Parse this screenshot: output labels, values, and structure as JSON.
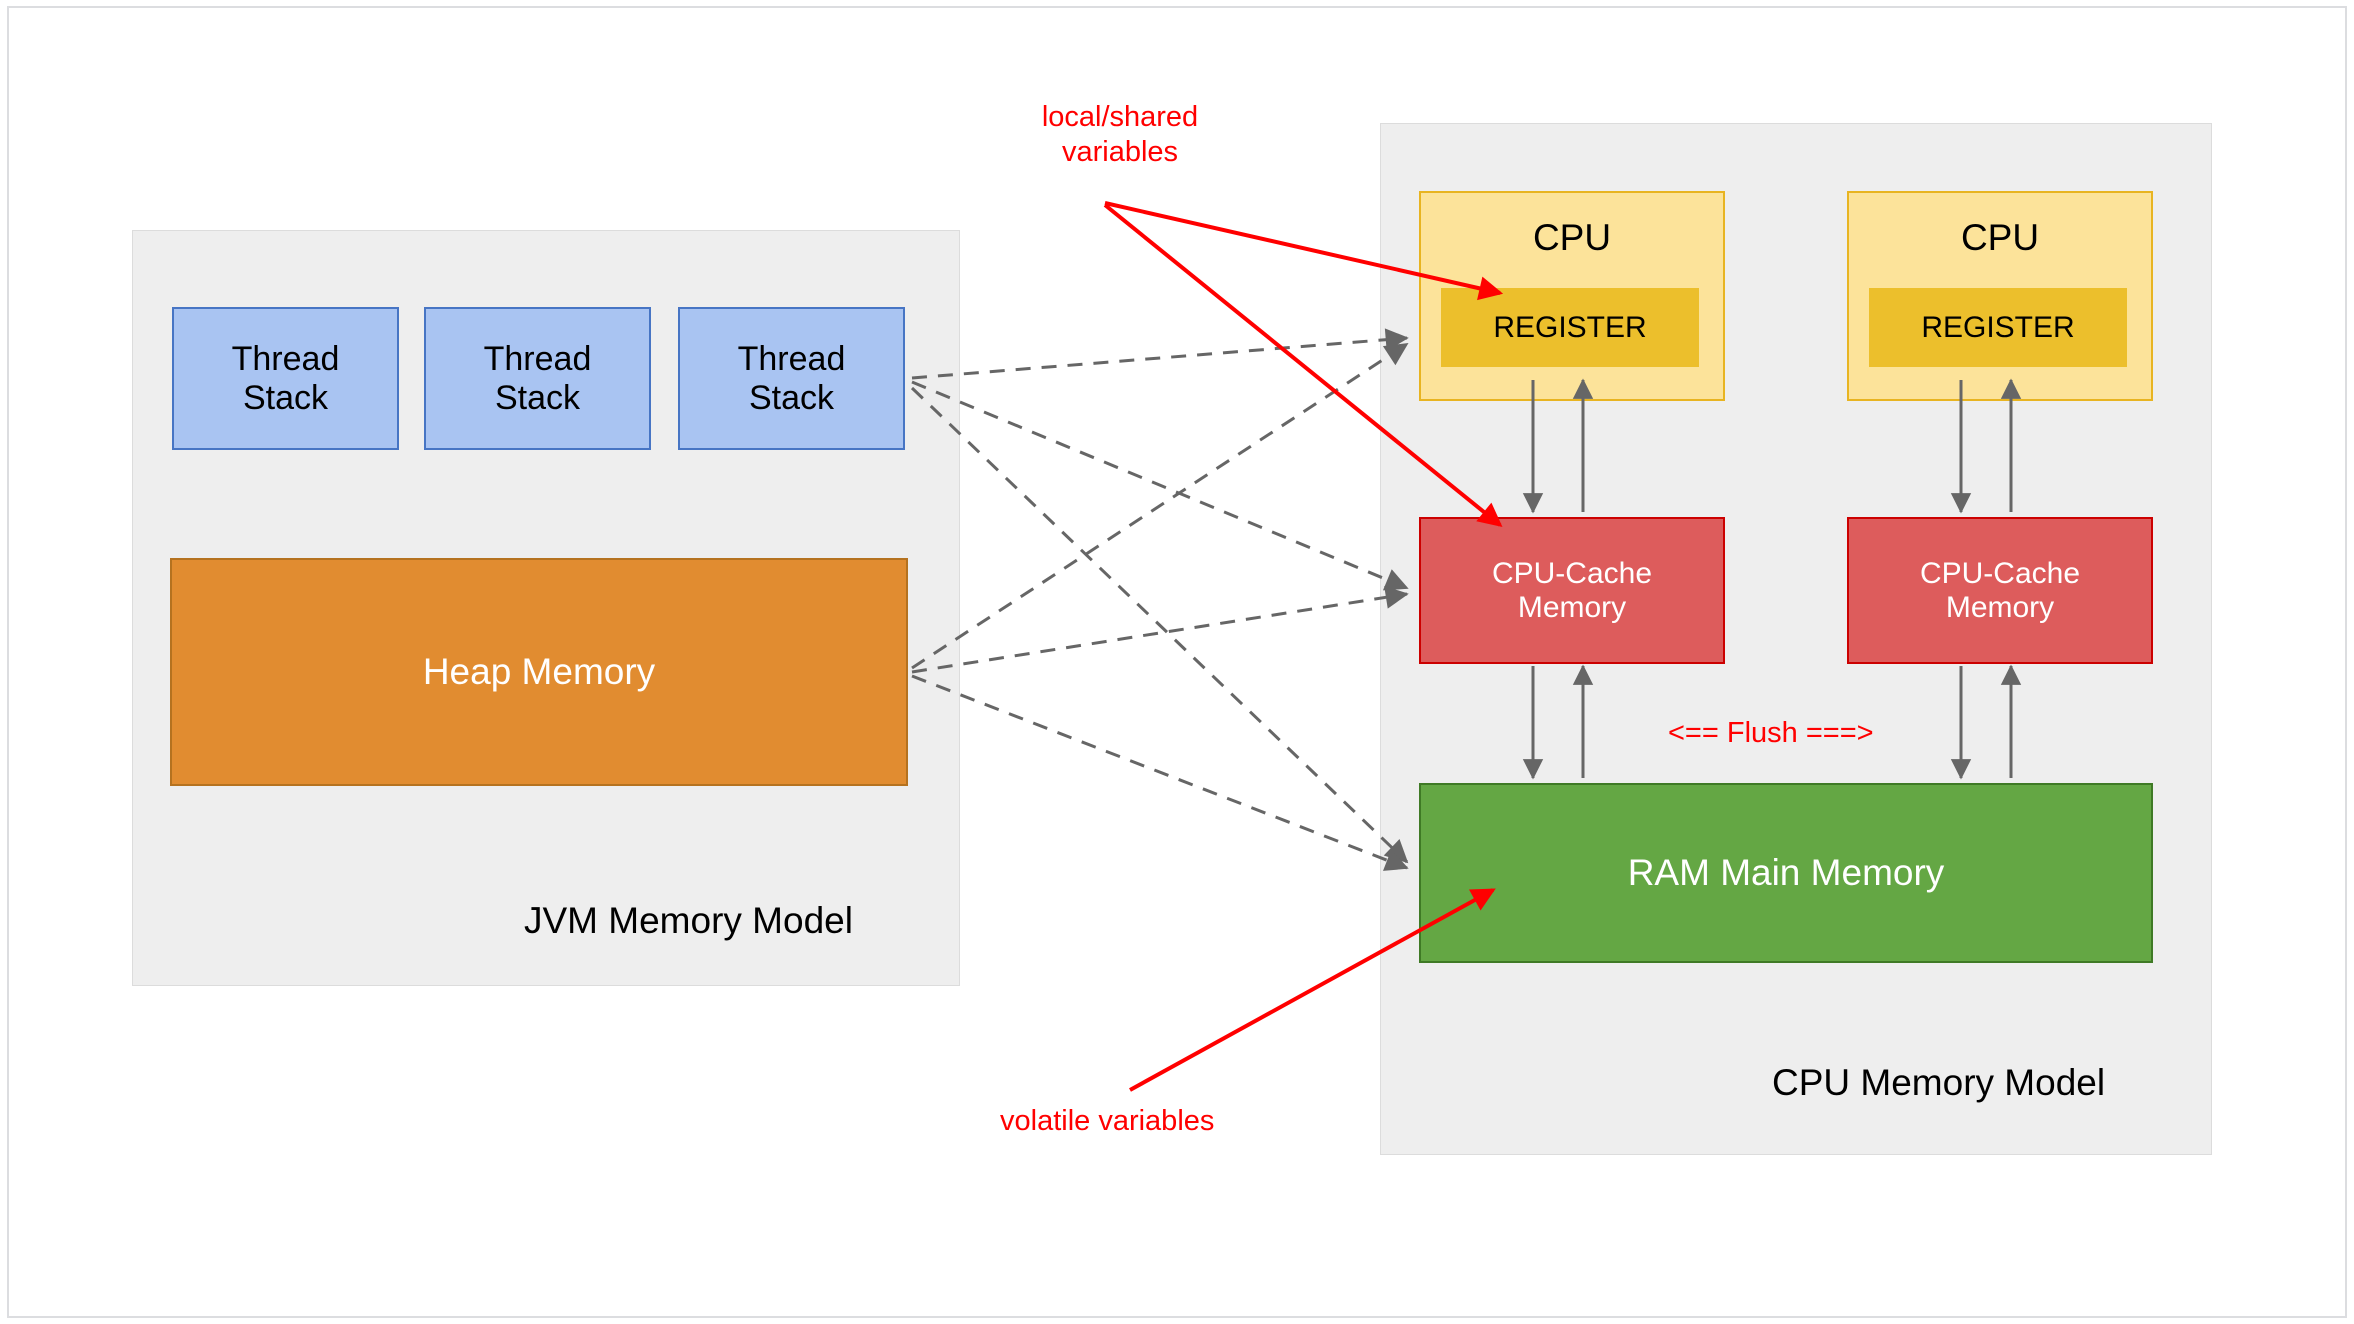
{
  "diagram": {
    "title": "JVM Memory Model and CPU Memory Model",
    "colors": {
      "panel_bg": "#eeeeee",
      "thread_stack": "#a9c4f2",
      "thread_stack_border": "#4775c4",
      "heap": "#e18c30",
      "heap_border": "#b5721f",
      "cpu": "#fce39a",
      "cpu_border": "#e8b421",
      "register": "#ecbf2c",
      "cache": "#dd5c5c",
      "cache_border": "#cc0000",
      "ram": "#64a744",
      "ram_border": "#3f7a25",
      "annotation_red": "#ff0000",
      "connector_gray": "#666666"
    }
  },
  "jvm_panel": {
    "caption": "JVM Memory Model",
    "thread_stacks": [
      {
        "label": "Thread\nStack"
      },
      {
        "label": "Thread\nStack"
      },
      {
        "label": "Thread\nStack"
      }
    ],
    "heap": {
      "label": "Heap Memory"
    }
  },
  "cpu_panel": {
    "caption": "CPU Memory Model",
    "cores": [
      {
        "cpu_label": "CPU",
        "register_label": "REGISTER",
        "cache_label": "CPU-Cache\nMemory"
      },
      {
        "cpu_label": "CPU",
        "register_label": "REGISTER",
        "cache_label": "CPU-Cache\nMemory"
      }
    ],
    "ram": {
      "label": "RAM Main Memory"
    },
    "flush_label": "<== Flush ===>"
  },
  "annotations": {
    "local_shared": "local/shared\nvariables",
    "volatile": "volatile variables"
  }
}
